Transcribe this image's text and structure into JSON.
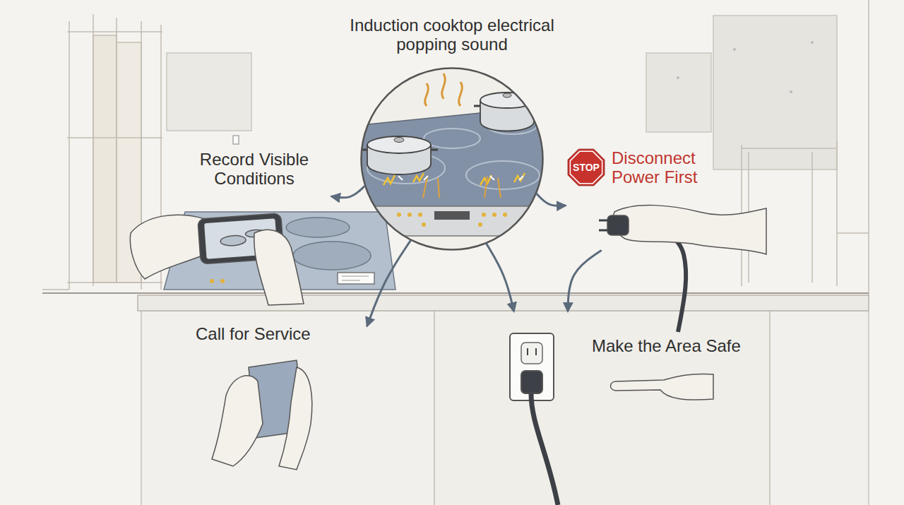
{
  "diagram": {
    "nodes": [
      {
        "text": [
          "Induction cooktop electrical popping sound"
        ]
      },
      {
        "text": [
          "Record Visible Conditions"
        ]
      },
      {
        "text": [
          "Disconnect Power First"
        ]
      },
      {
        "text": [
          "STOP"
        ],
        "in": 2
      },
      {
        "text": [
          "Call for Service"
        ]
      },
      {
        "text": [
          "Make the Area Safe"
        ]
      }
    ],
    "edges": [
      {
        "from": 0,
        "to": 1,
        "arrow": "to"
      },
      {
        "from": 0,
        "to": 2,
        "arrow": "to"
      },
      {
        "from": 0,
        "to": 4,
        "arrow": "to"
      },
      {
        "from": 0,
        "to": 5,
        "arrow": "to"
      },
      {
        "from": 2,
        "to": 5,
        "arrow": "to"
      }
    ]
  }
}
